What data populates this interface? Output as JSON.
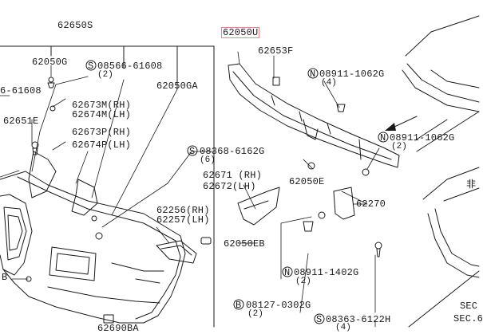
{
  "parts": {
    "p62650s": "62650S",
    "p62050u": "62050U",
    "p62653f": "62653F",
    "p62050g": "62050G",
    "p08566_code": "08566-61608",
    "p08566_qty": "(2)",
    "p08911_top_code": "08911-1062G",
    "p08911_top_qty": "(4)",
    "p61608_left": "6-61608",
    "p62050ga": "62050GA",
    "p62673m": "62673M(RH)",
    "p62674m": "62674M(LH)",
    "p62651e": "62651E",
    "p62673p": "62673P(RH)",
    "p62674p": "62674P(LH)",
    "p08911_mid_code": "08911-1062G",
    "p08911_mid_qty": "(2)",
    "p08368_code": "08368-6162G",
    "p08368_qty": "(6)",
    "p62050e": "62050E",
    "p62671": "62671 (RH)",
    "p62672": "62672(LH)",
    "p62270": "62270",
    "p62256": "62256(RH)",
    "p62257": "62257(LH)",
    "p62050eb": "62050EB",
    "p08911_low_code": "08911-1402G",
    "p08911_low_qty": "(2)",
    "p08127_code": "08127-0302G",
    "p08127_qty": "(2)",
    "p08363_code": "08363-6122H",
    "p08363_qty": "(4)",
    "left_b": "B",
    "bottom_partial": "62690BA",
    "jp_partial": "非",
    "sec_1": "SEC",
    "sec_2": "SEC.6"
  },
  "symbols": {
    "s": "S",
    "n": "N",
    "b": "B"
  },
  "colors": {
    "line": "#1a1a1a",
    "highlight_border": "#e08a8a"
  }
}
